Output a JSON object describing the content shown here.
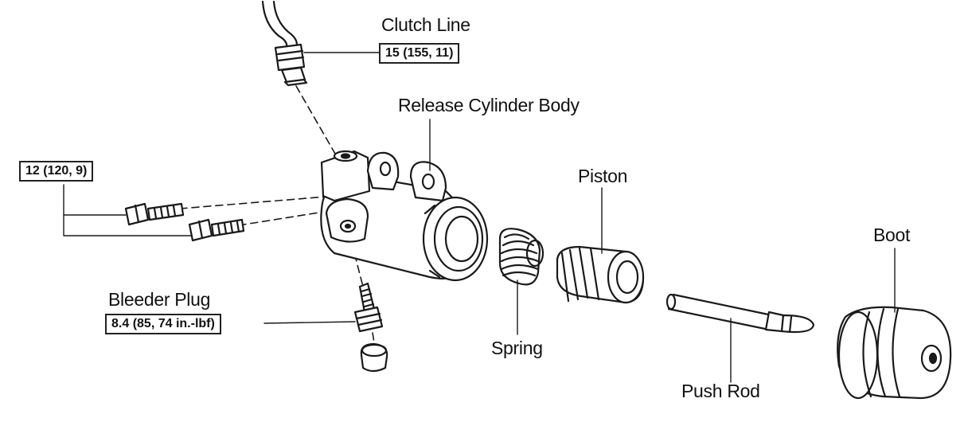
{
  "parts": {
    "clutch_line": "Clutch Line",
    "release_cylinder_body": "Release Cylinder Body",
    "piston": "Piston",
    "boot": "Boot",
    "bleeder_plug": "Bleeder Plug",
    "spring": "Spring",
    "push_rod": "Push Rod"
  },
  "torque_specs": {
    "clutch_line": "15 (155, 11)",
    "bolts": "12 (120, 9)",
    "bleeder_plug": "8.4 (85, 74 in.-lbf)"
  },
  "colors": {
    "line": "#1a1a1a",
    "background": "#ffffff"
  }
}
